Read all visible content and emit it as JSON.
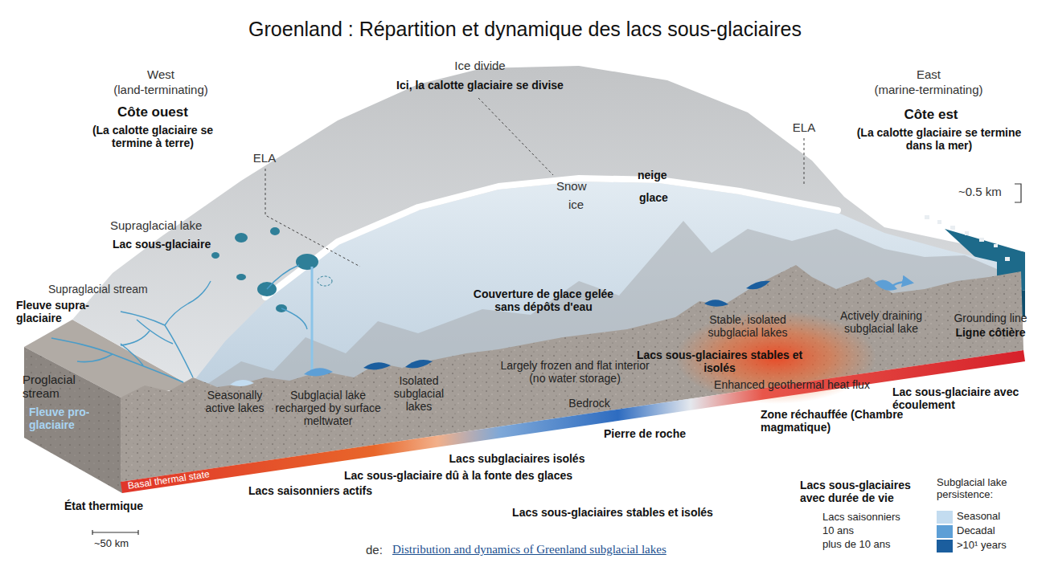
{
  "diagram": {
    "title": "Groenland : Répartition et dynamique des lacs sous-glaciaires",
    "labels": [
      "West",
      "(land-terminating)",
      "Côte ouest",
      "(La calotte glaciaire se termine à terre)",
      "Ice divide",
      "Ici, la calotte glaciaire se divise",
      "ELA",
      "ELA",
      "East",
      "(marine-terminating)",
      "Côte est",
      "(La calotte glaciaire se termine dans la mer)",
      "~0.5 km",
      "Snow",
      "neige",
      "ice",
      "glace",
      "Supraglacial lake",
      "Lac sous-glaciaire",
      "Supraglacial stream",
      "Fleuve supra-glaciaire",
      "Proglacial stream",
      "Fleuve pro-glaciaire",
      "Couverture de glace gelée sans dépôts d'eau",
      "Seasonally active lakes",
      "Subglacial lake recharged by surface meltwater",
      "Isolated subglacial lakes",
      "Largely frozen and flat interior (no water storage)",
      "Stable, isolated subglacial lakes",
      "Actively draining subglacial lake",
      "Grounding line",
      "Ligne côtière",
      "Lacs sous-glaciaires stables et isolés",
      "Enhanced geothermal heat flux",
      "Bedrock",
      "Pierre de roche",
      "Lac sous-glaciaire avec écoulement",
      "Zone réchauffée (Chambre magmatique)",
      "Basal thermal state",
      "Lacs subglaciaires isolés",
      "Lac sous-glaciaire dû à la fonte des glaces",
      "Lacs saisonniers actifs",
      "État thermique",
      "Lacs sous-glaciaires stables et isolés",
      "~50 km",
      "Lacs sous-glaciaires avec durée de vie",
      "Lacs saisonniers",
      "10 ans",
      "plus de 10 ans",
      "Subglacial lake persistence:",
      "de:",
      "Distribution and dynamics of Greenland subglacial lakes"
    ],
    "legend": [
      {
        "text": "Seasonal",
        "color": "#c3dcf0"
      },
      {
        "text": "Decadal",
        "color": "#5d9fd6"
      },
      {
        "text": ">10¹ years",
        "color": "#1b5e9e"
      }
    ]
  }
}
